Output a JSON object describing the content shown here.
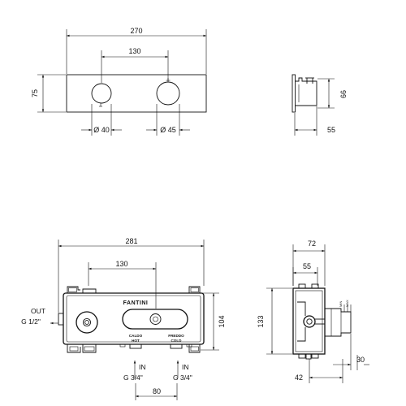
{
  "top_view": {
    "overall_width": "270",
    "center_distance": "130",
    "height": "75",
    "left_knob_diameter": "Ø 40",
    "right_knob_diameter": "Ø 45"
  },
  "top_side_view": {
    "height": "66",
    "depth": "55"
  },
  "bottom_view": {
    "overall_width": "281",
    "center_distance": "130",
    "height": "104",
    "port_spacing": "80",
    "brand": "FANTINI",
    "hot_label_it": "CALDO",
    "hot_label_en": "HOT",
    "cold_label_it": "FREDDO",
    "cold_label_en": "COLD",
    "outlet_label": "OUT",
    "outlet_thread": "G 1/2\"",
    "inlet_hot_label": "IN",
    "inlet_hot_thread": "G 3/4\"",
    "inlet_cold_label": "IN",
    "inlet_cold_thread": "G 3/4\""
  },
  "bottom_side_view": {
    "overall_depth": "72",
    "depth": "55",
    "height": "133",
    "offset_a": "42",
    "offset_b": "30",
    "min_label": "MIN",
    "max_label": "MAX"
  },
  "colors": {
    "line": "#111111",
    "background": "#ffffff"
  }
}
